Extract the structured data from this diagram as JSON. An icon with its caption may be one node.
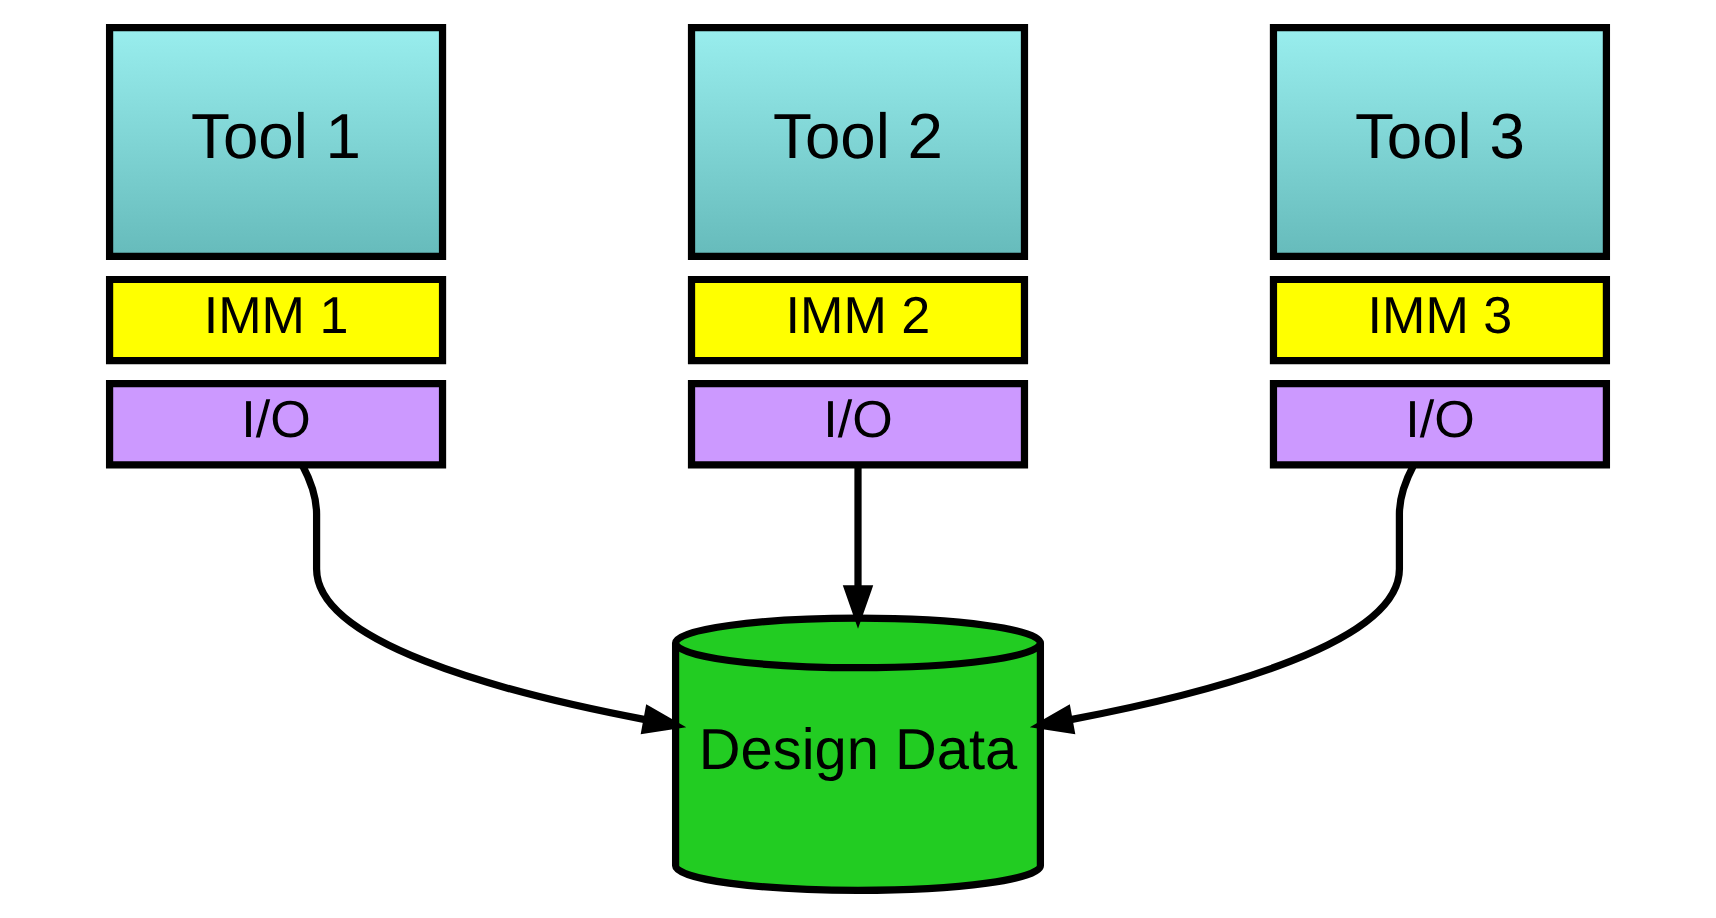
{
  "diagram": {
    "nodes": [
      {
        "text": [
          "Tool 1"
        ]
      },
      {
        "text": [
          "IMM 1"
        ]
      },
      {
        "text": [
          "I/O"
        ]
      },
      {
        "text": [
          "Tool 2"
        ]
      },
      {
        "text": [
          "IMM 2"
        ]
      },
      {
        "text": [
          "I/O"
        ]
      },
      {
        "text": [
          "Tool 3"
        ]
      },
      {
        "text": [
          "IMM 3"
        ]
      },
      {
        "text": [
          "I/O"
        ]
      },
      {
        "text": [
          "Design Data"
        ]
      }
    ],
    "edges": [
      {
        "from": 2,
        "to": 9,
        "arrow": "to"
      },
      {
        "from": 5,
        "to": 9,
        "arrow": "to"
      },
      {
        "from": 8,
        "to": 9,
        "arrow": "to"
      }
    ]
  }
}
